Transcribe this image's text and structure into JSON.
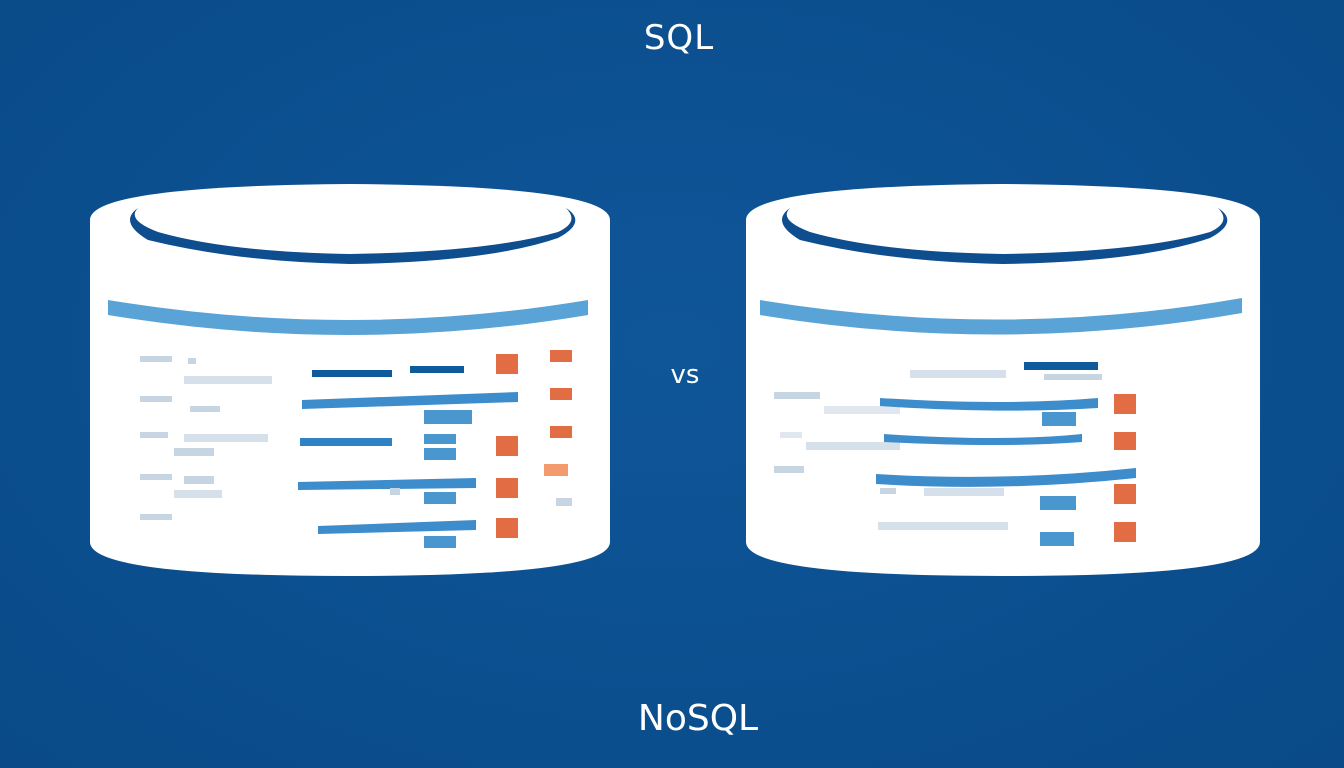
{
  "labels": {
    "top": "SQL",
    "middle": "vs",
    "bottom": "NoSQL"
  },
  "colors": {
    "background": "#0b4f90",
    "cylinder": "#ffffff",
    "rim": "#0d4f92",
    "header_bar": "#5aa3d6",
    "dark_bar": "#0f5a9c",
    "mid_bar": "#3d8ccc",
    "light_bar": "#c9d7e4",
    "accent_square": "#e26d45"
  },
  "databases": [
    {
      "name": "sql-database",
      "icon": "database-cylinder-icon"
    },
    {
      "name": "nosql-database",
      "icon": "database-cylinder-icon"
    }
  ]
}
